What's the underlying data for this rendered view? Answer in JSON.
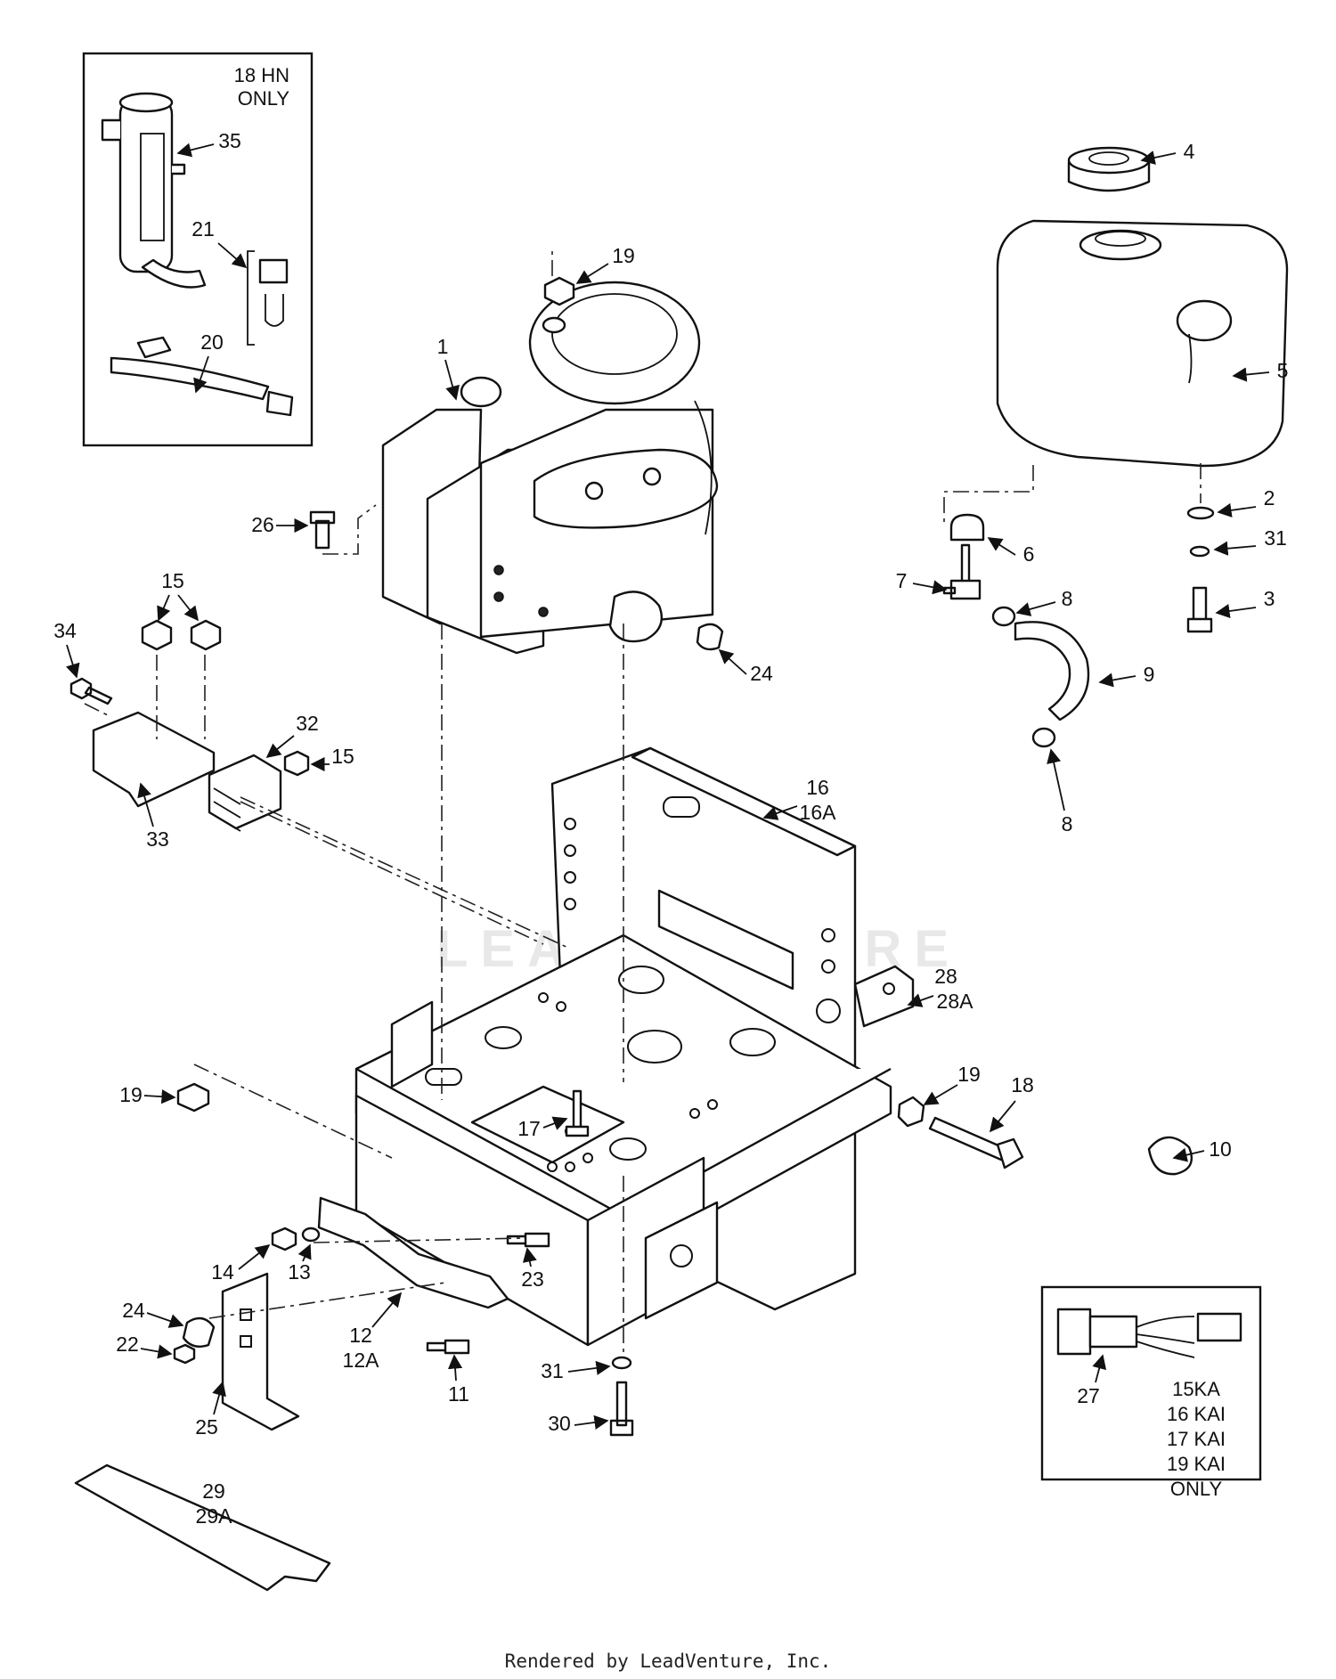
{
  "callouts": {
    "c1": "1",
    "c2": "2",
    "c3": "3",
    "c4": "4",
    "c5": "5",
    "c6": "6",
    "c7": "7",
    "c8a": "8",
    "c8b": "8",
    "c9": "9",
    "c10": "10",
    "c11": "11",
    "c12": "12",
    "c12a": "12A",
    "c13": "13",
    "c14": "14",
    "c15a": "15",
    "c15b": "15",
    "c16": "16",
    "c16a": "16A",
    "c17": "17",
    "c18": "18",
    "c19a": "19",
    "c19b": "19",
    "c19c": "19",
    "c20": "20",
    "c21": "21",
    "c22": "22",
    "c23": "23",
    "c24a": "24",
    "c24b": "24",
    "c25": "25",
    "c26": "26",
    "c27": "27",
    "c28": "28",
    "c28a": "28A",
    "c29": "29",
    "c29a": "29A",
    "c30": "30",
    "c31a": "31",
    "c31b": "31",
    "c32": "32",
    "c33": "33",
    "c34": "34",
    "c35": "35"
  },
  "inset_muffler": {
    "line1": "18 HN",
    "line2": "ONLY"
  },
  "inset_harness": {
    "line1": "15KA",
    "line2": "16 KAI",
    "line3": "17 KAI",
    "line4": "19 KAI",
    "line5": "ONLY"
  },
  "watermark": "LEADVENTURE",
  "footer": "Rendered by LeadVenture, Inc."
}
